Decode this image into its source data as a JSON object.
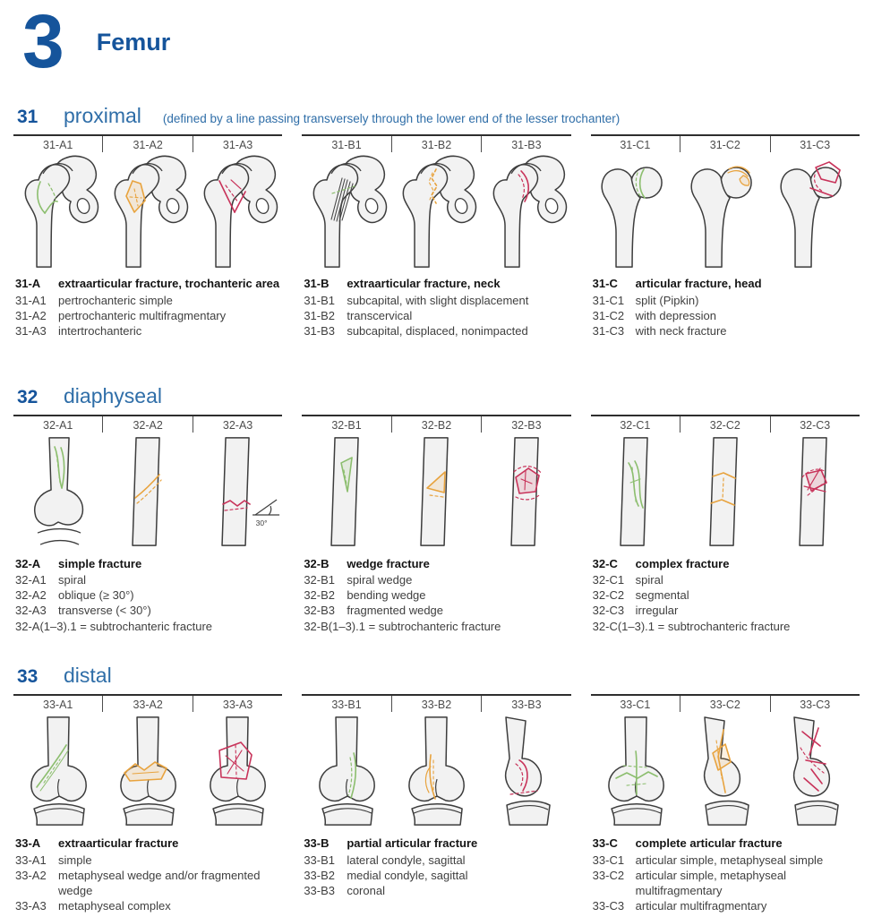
{
  "page": {
    "chapter_number": "3",
    "chapter_title": "Femur"
  },
  "palette": {
    "accent_blue": "#15549B",
    "secondary_blue": "#2F6EA8",
    "fracture_green": "#8CBE6E",
    "fracture_orange": "#E8A33E",
    "fracture_red": "#C8335A",
    "bone_outline": "#3D3D3D",
    "bone_fill": "#F2F2F2",
    "body_text": "#3F3F3F"
  },
  "sections": [
    {
      "number": "31",
      "name": "proximal",
      "note": "(defined by a line passing transversely through the lower end of the lesser trochanter)",
      "groups": [
        {
          "code": "31-A",
          "title": "extraarticular fracture, trochanteric area",
          "cells": [
            {
              "label": "31-A1",
              "base": "hip",
              "color": "green",
              "icon": "proximal-femur-pelvis-green-fracture-icon"
            },
            {
              "label": "31-A2",
              "base": "hip",
              "color": "orange",
              "icon": "proximal-femur-pelvis-orange-fracture-icon"
            },
            {
              "label": "31-A3",
              "base": "hip",
              "color": "red",
              "icon": "proximal-femur-pelvis-red-fracture-icon"
            }
          ],
          "items": [
            {
              "code": "31-A1",
              "text": "pertrochanteric simple"
            },
            {
              "code": "31-A2",
              "text": "pertrochanteric multifragmentary"
            },
            {
              "code": "31-A3",
              "text": "intertrochanteric"
            }
          ],
          "note": ""
        },
        {
          "code": "31-B",
          "title": "extraarticular fracture, neck",
          "cells": [
            {
              "label": "31-B1",
              "base": "hip",
              "color": "green",
              "icon": "femoral-neck-impacted-fracture-icon"
            },
            {
              "label": "31-B2",
              "base": "hip",
              "color": "orange",
              "icon": "femoral-neck-transcervical-fracture-icon"
            },
            {
              "label": "31-B3",
              "base": "hip",
              "color": "red",
              "icon": "femoral-neck-displaced-fracture-icon"
            }
          ],
          "items": [
            {
              "code": "31-B1",
              "text": "subcapital, with slight displacement"
            },
            {
              "code": "31-B2",
              "text": "transcervical"
            },
            {
              "code": "31-B3",
              "text": "subcapital, displaced, nonimpacted"
            }
          ],
          "note": ""
        },
        {
          "code": "31-C",
          "title": "articular fracture, head",
          "cells": [
            {
              "label": "31-C1",
              "base": "proximal-femur",
              "color": "green",
              "icon": "femoral-head-split-fracture-icon"
            },
            {
              "label": "31-C2",
              "base": "proximal-femur",
              "color": "orange",
              "icon": "femoral-head-depression-fracture-icon"
            },
            {
              "label": "31-C3",
              "base": "proximal-femur",
              "color": "red",
              "icon": "femoral-head-neck-fracture-icon"
            }
          ],
          "items": [
            {
              "code": "31-C1",
              "text": "split (Pipkin)"
            },
            {
              "code": "31-C2",
              "text": "with depression"
            },
            {
              "code": "31-C3",
              "text": "with neck fracture"
            }
          ],
          "note": ""
        }
      ]
    },
    {
      "number": "32",
      "name": "diaphyseal",
      "note": "",
      "groups": [
        {
          "code": "32-A",
          "title": "simple fracture",
          "cells": [
            {
              "label": "32-A1",
              "base": "shaft-knee",
              "color": "green",
              "icon": "femur-shaft-spiral-fracture-icon"
            },
            {
              "label": "32-A2",
              "base": "shaft",
              "color": "orange",
              "icon": "femur-shaft-oblique-fracture-icon"
            },
            {
              "label": "32-A3",
              "base": "shaft",
              "color": "red",
              "icon": "femur-shaft-transverse-fracture-icon",
              "annotation": "30°"
            }
          ],
          "items": [
            {
              "code": "32-A1",
              "text": "spiral"
            },
            {
              "code": "32-A2",
              "text": "oblique (≥ 30°)"
            },
            {
              "code": "32-A3",
              "text": "transverse (< 30°)"
            }
          ],
          "note": "32-A(1–3).1 = subtrochanteric fracture"
        },
        {
          "code": "32-B",
          "title": "wedge fracture",
          "cells": [
            {
              "label": "32-B1",
              "base": "shaft",
              "color": "green",
              "icon": "femur-shaft-spiral-wedge-icon"
            },
            {
              "label": "32-B2",
              "base": "shaft",
              "color": "orange",
              "icon": "femur-shaft-bending-wedge-icon"
            },
            {
              "label": "32-B3",
              "base": "shaft",
              "color": "red",
              "icon": "femur-shaft-fragmented-wedge-icon"
            }
          ],
          "items": [
            {
              "code": "32-B1",
              "text": "spiral wedge"
            },
            {
              "code": "32-B2",
              "text": "bending wedge"
            },
            {
              "code": "32-B3",
              "text": "fragmented wedge"
            }
          ],
          "note": "32-B(1–3).1 = subtrochanteric fracture"
        },
        {
          "code": "32-C",
          "title": "complex fracture",
          "cells": [
            {
              "label": "32-C1",
              "base": "shaft",
              "color": "green",
              "icon": "femur-shaft-complex-spiral-icon"
            },
            {
              "label": "32-C2",
              "base": "shaft",
              "color": "orange",
              "icon": "femur-shaft-segmental-fracture-icon"
            },
            {
              "label": "32-C3",
              "base": "shaft",
              "color": "red",
              "icon": "femur-shaft-irregular-fracture-icon"
            }
          ],
          "items": [
            {
              "code": "32-C1",
              "text": "spiral"
            },
            {
              "code": "32-C2",
              "text": "segmental"
            },
            {
              "code": "32-C3",
              "text": "irregular"
            }
          ],
          "note": "32-C(1–3).1 = subtrochanteric fracture"
        }
      ]
    },
    {
      "number": "33",
      "name": "distal",
      "note": "",
      "groups": [
        {
          "code": "33-A",
          "title": "extraarticular fracture",
          "cells": [
            {
              "label": "33-A1",
              "base": "knee-front",
              "color": "green",
              "icon": "distal-femur-simple-fracture-icon"
            },
            {
              "label": "33-A2",
              "base": "knee-front",
              "color": "orange",
              "icon": "distal-femur-metaphyseal-wedge-icon"
            },
            {
              "label": "33-A3",
              "base": "knee-front",
              "color": "red",
              "icon": "distal-femur-metaphyseal-complex-icon"
            }
          ],
          "items": [
            {
              "code": "33-A1",
              "text": "simple"
            },
            {
              "code": "33-A2",
              "text": "metaphyseal wedge and/or fragmented wedge"
            },
            {
              "code": "33-A3",
              "text": "metaphyseal complex"
            }
          ],
          "note": ""
        },
        {
          "code": "33-B",
          "title": "partial articular fracture",
          "cells": [
            {
              "label": "33-B1",
              "base": "knee-front",
              "color": "green",
              "icon": "lateral-condyle-sagittal-fracture-icon"
            },
            {
              "label": "33-B2",
              "base": "knee-front",
              "color": "orange",
              "icon": "medial-condyle-sagittal-fracture-icon"
            },
            {
              "label": "33-B3",
              "base": "knee-side",
              "color": "red",
              "icon": "condyle-coronal-fracture-icon"
            }
          ],
          "items": [
            {
              "code": "33-B1",
              "text": "lateral condyle, sagittal"
            },
            {
              "code": "33-B2",
              "text": "medial condyle, sagittal"
            },
            {
              "code": "33-B3",
              "text": "coronal"
            }
          ],
          "note": ""
        },
        {
          "code": "33-C",
          "title": "complete articular fracture",
          "cells": [
            {
              "label": "33-C1",
              "base": "knee-front",
              "color": "green",
              "icon": "complete-articular-simple-fracture-icon"
            },
            {
              "label": "33-C2",
              "base": "knee-side",
              "color": "orange",
              "icon": "articular-simple-metaphyseal-multifrag-icon"
            },
            {
              "label": "33-C3",
              "base": "knee-side",
              "color": "red",
              "icon": "articular-multifragmentary-icon"
            }
          ],
          "items": [
            {
              "code": "33-C1",
              "text": "articular simple, metaphyseal simple"
            },
            {
              "code": "33-C2",
              "text": "articular simple, metaphyseal multifragmentary"
            },
            {
              "code": "33-C3",
              "text": "articular multifragmentary"
            }
          ],
          "note": ""
        }
      ]
    }
  ]
}
